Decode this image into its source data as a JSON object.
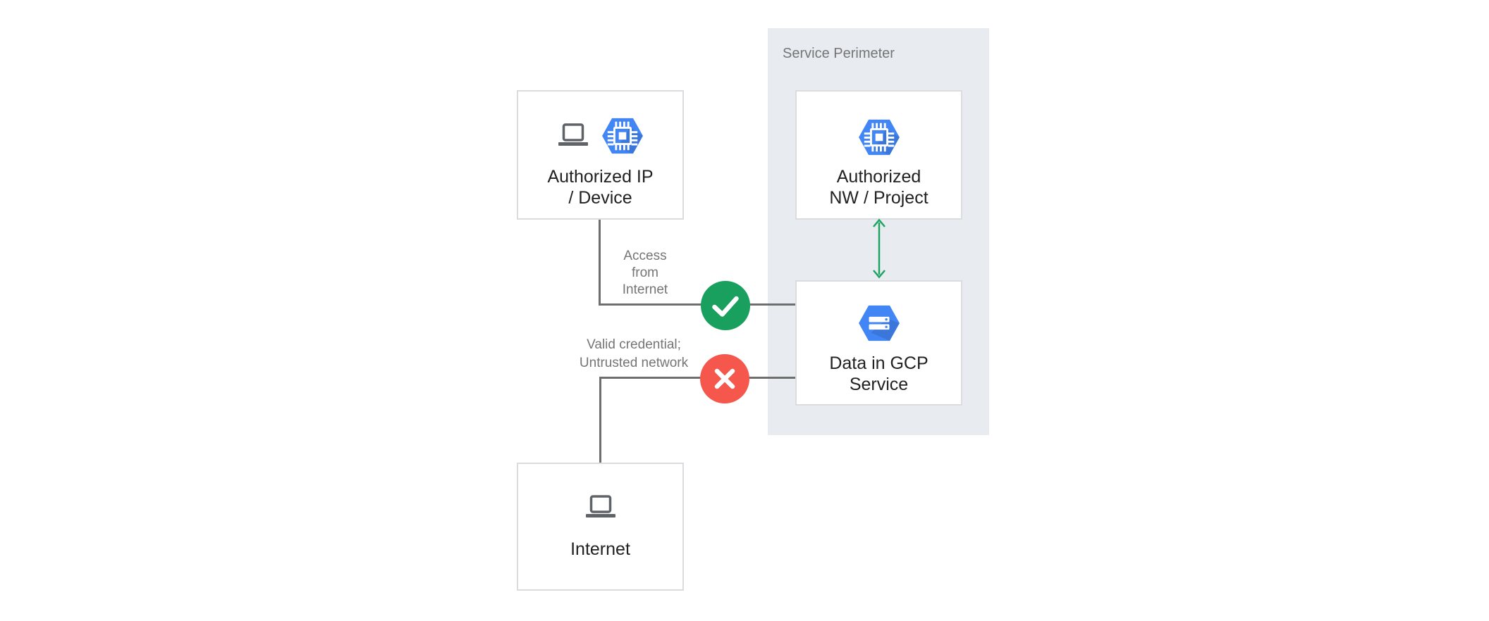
{
  "colors": {
    "canvas_bg": "#ffffff",
    "panel_bg": "#E8ECF0",
    "box_bg": "#ffffff",
    "box_border": "#DADCE0",
    "title_text": "#757575",
    "label_text": "#757575",
    "node_text": "#212121",
    "connector": "#6E6E6E",
    "gcp_blue": "#4285F4",
    "success_green": "#1AA05E",
    "arrow_green": "#1EA362",
    "error_red": "#F5574C",
    "device_gray": "#5F6368"
  },
  "perimeter": {
    "label": "Service Perimeter"
  },
  "nodes": {
    "authorized_ip_device": {
      "label": "Authorized IP\n/ Device"
    },
    "authorized_nw_project": {
      "label": "Authorized\nNW / Project"
    },
    "data_in_gcp_service": {
      "label": "Data in GCP\nService"
    },
    "internet": {
      "label": "Internet"
    }
  },
  "edges": {
    "access_from_internet": {
      "label": "Access\nfrom\nInternet",
      "status": "allowed"
    },
    "untrusted_network": {
      "label": "Valid credential;\nUntrusted network",
      "status": "denied"
    },
    "nw_project_to_service": {
      "type": "bidirectional-arrow"
    }
  },
  "icons": {
    "laptop": "laptop-icon",
    "gcp_compute_hexagon": "gcp-chip-hexagon-icon",
    "gcp_storage_hexagon": "gcp-storage-hexagon-icon",
    "allowed_badge": "check-icon",
    "denied_badge": "x-icon",
    "bidirectional": "double-arrow-icon"
  }
}
